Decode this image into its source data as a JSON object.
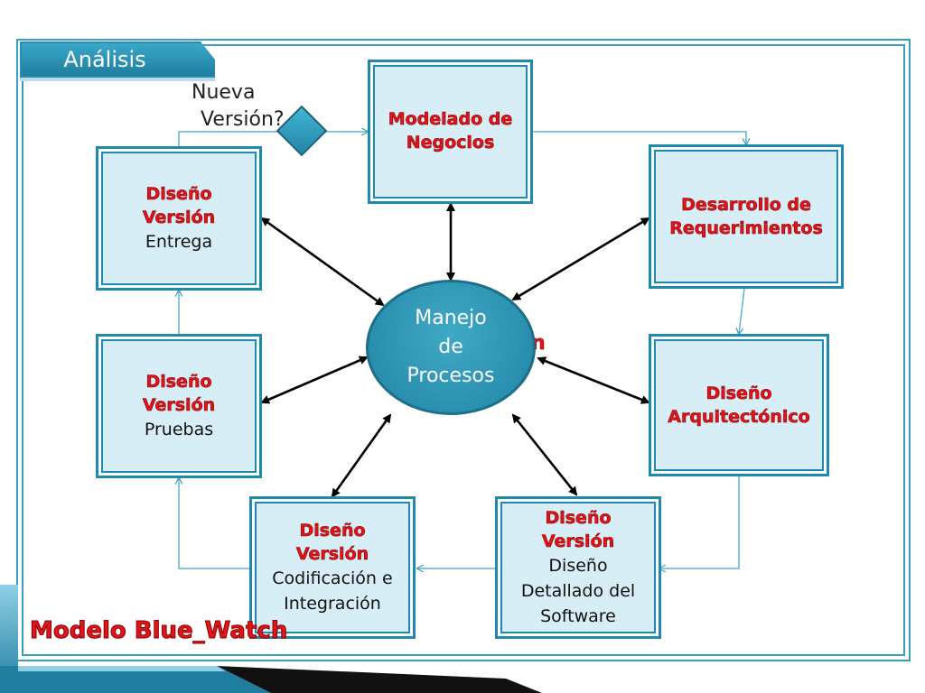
{
  "tab": {
    "label": "Análisis"
  },
  "question": {
    "line1": "Nueva",
    "line2": "Versión?"
  },
  "center": {
    "line1": "Manejo",
    "line2": "de",
    "line3": "Procesos"
  },
  "boxes": {
    "modelado": {
      "title1": "Modelado de",
      "title2": "Negocios"
    },
    "requerimientos": {
      "title1": "Desarrollo de",
      "title2": "Requerimientos"
    },
    "arquitectonico": {
      "title1": "Diseño",
      "title2": "Arquitectónico"
    },
    "detallado": {
      "title1": "Diseño",
      "title2": "Versión",
      "sub1": "Diseño",
      "sub2": "Detallado del",
      "sub3": "Software"
    },
    "codificacion": {
      "title1": "Diseño",
      "title2": "Versión",
      "sub1": "Codificación e",
      "sub2": "Integración"
    },
    "pruebas": {
      "title1": "Diseño",
      "title2": "Versión",
      "sub1": "Pruebas"
    },
    "entrega": {
      "title1": "Diseño",
      "title2": "Versión",
      "sub1": "Entrega"
    }
  },
  "stray_text": "n",
  "model_title": "Modelo Blue_Watch",
  "colors": {
    "accent": "#1f8aae",
    "box_fill": "#d7eef6",
    "title_red": "#e0141b",
    "circle": "#2a8fae"
  }
}
